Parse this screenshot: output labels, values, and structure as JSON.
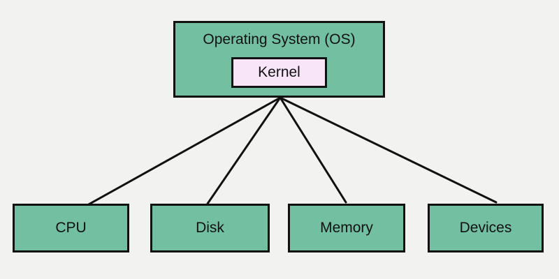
{
  "diagram": {
    "title": "Operating System (OS)",
    "kernel_label": "Kernel",
    "components": [
      {
        "label": "CPU"
      },
      {
        "label": "Disk"
      },
      {
        "label": "Memory"
      },
      {
        "label": "Devices"
      }
    ]
  },
  "colors": {
    "background": "#f2f2f1",
    "box_fill": "#72bfa2",
    "kernel_fill": "#f8e6f8",
    "line": "#111111",
    "text": "#111111"
  }
}
